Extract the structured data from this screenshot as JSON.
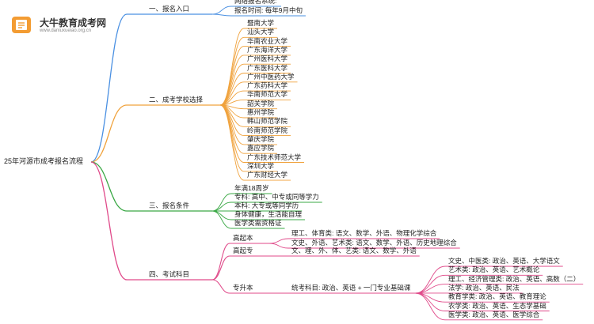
{
  "brand": {
    "name": "大牛教育成考网",
    "url": "www.daniuxueiao.org.cn"
  },
  "root": "25年河源市成考报名流程",
  "branches": [
    {
      "label": "一、报名入口",
      "color": "#4a90e2",
      "items": [
        "网络报名系统:",
        "报名时间: 每年9月中旬"
      ]
    },
    {
      "label": "二、成考学校选择",
      "color": "#f0a23c",
      "items": [
        "暨南大学",
        "汕头大学",
        "华南农业大学",
        "广东海洋大学",
        "广州医科大学",
        "广东医科大学",
        "广州中医药大学",
        "广东药科大学",
        "华南师范大学",
        "韶关学院",
        "惠州学院",
        "韩山师范学院",
        "岭南师范学院",
        "肇庆学院",
        "嘉应学院",
        "广东技术师范大学",
        "深圳大学",
        "广东财经大学"
      ]
    },
    {
      "label": "三、报名条件",
      "color": "#3aa845",
      "items": [
        "年满18周岁",
        "专科: 高中、中专或同等学力",
        "本科: 大专或等同学历",
        "身体健康，生活能自理",
        "医学类需资格证"
      ]
    },
    {
      "label": "四、考试科目",
      "color": "#e04a8a",
      "subs": [
        {
          "label": "高起本",
          "items": [
            "理工、体育类: 语文、数学、外语、物理化学综合",
            "文史、外语、艺术类: 语文、数学、外语、历史地理综合"
          ]
        },
        {
          "label": "高起专",
          "items": [
            "文、理、外、体、艺类: 语文、数学、外语"
          ]
        },
        {
          "label": "专升本",
          "mid": "统考科目: 政治、英语 + 一门专业基础课",
          "items": [
            "文史、中医类: 政治、英语、大学语文",
            "艺术类: 政治、英语、艺术概论",
            "理工、经济管理类: 政治、英语、高数（二）",
            "法学: 政治、英语、民法",
            "教育学类: 政治、英语、教育理论",
            "农学类: 政治、英语、生态学基础",
            "医学类: 政治、英语、医学综合"
          ]
        }
      ]
    }
  ]
}
